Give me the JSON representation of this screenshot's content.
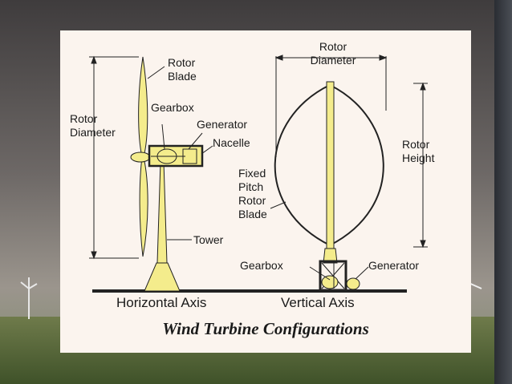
{
  "labels": {
    "h_rotor_blade": "Rotor Blade",
    "h_gearbox": "Gearbox",
    "h_generator": "Generator",
    "h_nacelle": "Nacelle",
    "h_rotor_diameter": "Rotor Diameter",
    "h_tower": "Tower",
    "v_rotor_diameter": "Rotor Diameter",
    "v_rotor_height": "Rotor Height",
    "v_fixed_pitch": "Fixed Pitch Rotor Blade",
    "v_gearbox": "Gearbox",
    "v_generator": "Generator"
  },
  "axis_labels": {
    "horizontal": "Horizontal Axis",
    "vertical": "Vertical Axis"
  },
  "caption": "Wind Turbine Configurations",
  "colors": {
    "panel": "#fbf4ee",
    "turbine_fill": "#f4ec8c",
    "outline": "#222222",
    "sky_top": "#4d4a4a",
    "field": "#556b3a"
  }
}
